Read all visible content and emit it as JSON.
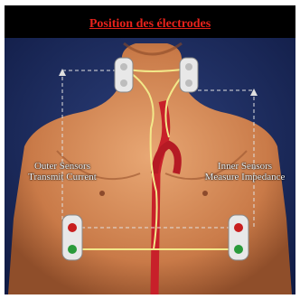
{
  "title": "Position des électrodes",
  "labels": {
    "outer_line1": "Outer Sensors",
    "outer_line2": "Transmit Current",
    "inner_line1": "Inner Sensors",
    "inner_line2": "Measure Impedance"
  },
  "colors": {
    "title": "#e8221b",
    "background": "#1a2a5e",
    "skin": "#d98e5a",
    "current_path": "#f2e88a",
    "aorta": "#c8202a",
    "electrode_red": "#c81e1e",
    "electrode_green": "#2a9a3a"
  }
}
